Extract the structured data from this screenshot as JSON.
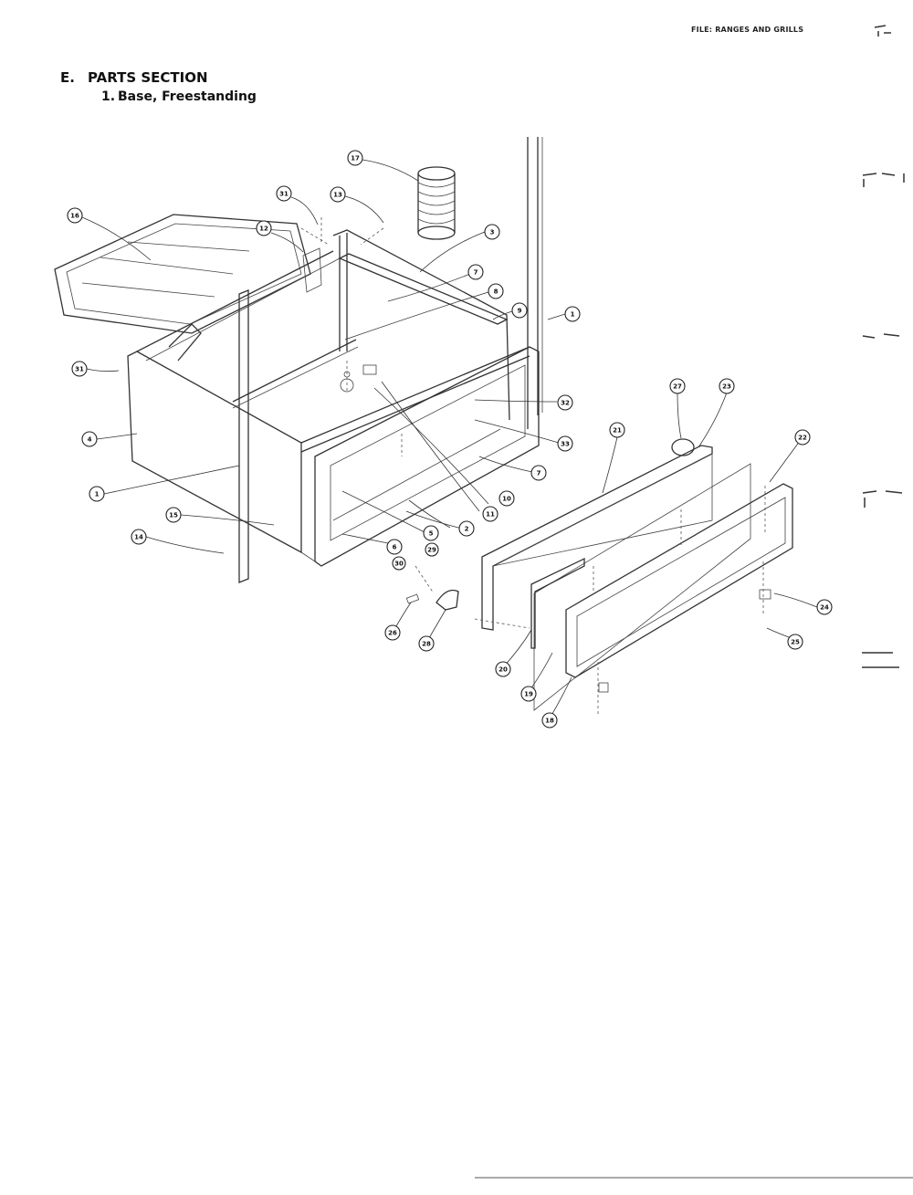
{
  "header": {
    "file_label": "FILE: RANGES AND GRILLS"
  },
  "section": {
    "letter": "E.",
    "title": "PARTS SECTION"
  },
  "subsection": {
    "number": "1.",
    "title": "Base, Freestanding"
  },
  "callouts": [
    "1",
    "2",
    "3",
    "4",
    "5",
    "6",
    "7",
    "8",
    "9",
    "10",
    "11",
    "12",
    "13",
    "14",
    "15",
    "16",
    "17",
    "18",
    "19",
    "20",
    "21",
    "22",
    "23",
    "24",
    "25",
    "26",
    "27",
    "28",
    "29",
    "30",
    "31",
    "32",
    "33"
  ]
}
